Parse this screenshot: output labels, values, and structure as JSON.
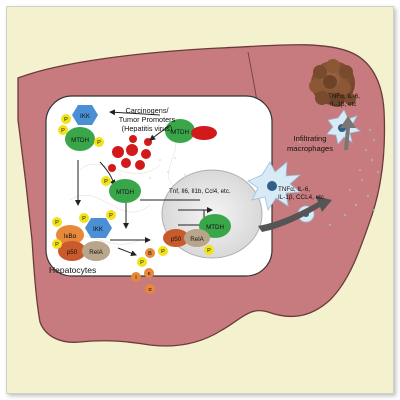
{
  "labels": {
    "carcinogens": [
      "Carcinogens/",
      "Tumor Promoters",
      "(Hepatitis virus)"
    ],
    "hepatocytes": "Hepatocytes",
    "infiltrating": [
      "Infiltrating",
      "macrophages"
    ],
    "cytokines_top": [
      "TNFα, IL-6,",
      "IL-1β, etc"
    ],
    "cytokines_bottom": [
      "TNFα, IL-6,",
      "IL-1β, CCL4, etc"
    ],
    "genes": "Tnf, Il6, Il1b, Ccl4, etc."
  },
  "molecules": {
    "mtdh": "MTDH",
    "ikk": "IKK",
    "ikba": "IκBα",
    "p50": "p50",
    "rela": "RelA",
    "p": "P",
    "degradation": [
      "I",
      "κ",
      "B",
      "α"
    ]
  },
  "colors": {
    "background": "#f4f1cf",
    "liver": "#c77b7e",
    "liver_outline": "#6b3b3b",
    "mtdh": "#3aa64a",
    "ikk": "#4b8fd4",
    "ikba": "#e7883b",
    "p50": "#c85a2c",
    "rela": "#b8a58c",
    "phospho": "#f2e21a",
    "red_particles": "#d21a1a",
    "tumor": "#8b5a3c"
  }
}
